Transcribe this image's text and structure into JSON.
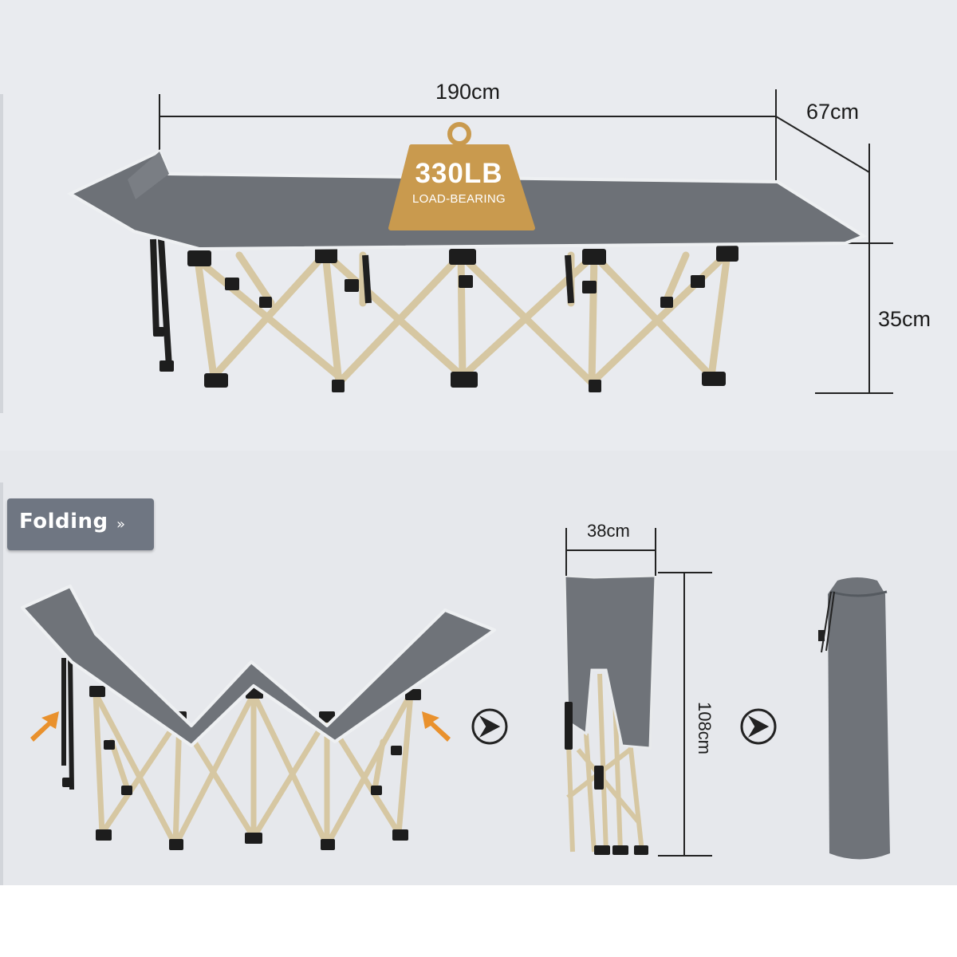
{
  "dimensions": {
    "length": "190cm",
    "width": "67cm",
    "height": "35cm",
    "folded_width": "38cm",
    "folded_length": "108cm"
  },
  "badge": {
    "capacity": "330LB",
    "caption": "LOAD-BEARING",
    "color": "#c99a4e"
  },
  "folding_button": {
    "label": "Folding",
    "chevron": "»"
  },
  "colors": {
    "fabric": "#6f7379",
    "frame": "#d8c9a4",
    "background": "#e9ebef"
  },
  "icons": [
    "weight-icon",
    "next-arrow-icon",
    "folding-arrow-icon"
  ]
}
